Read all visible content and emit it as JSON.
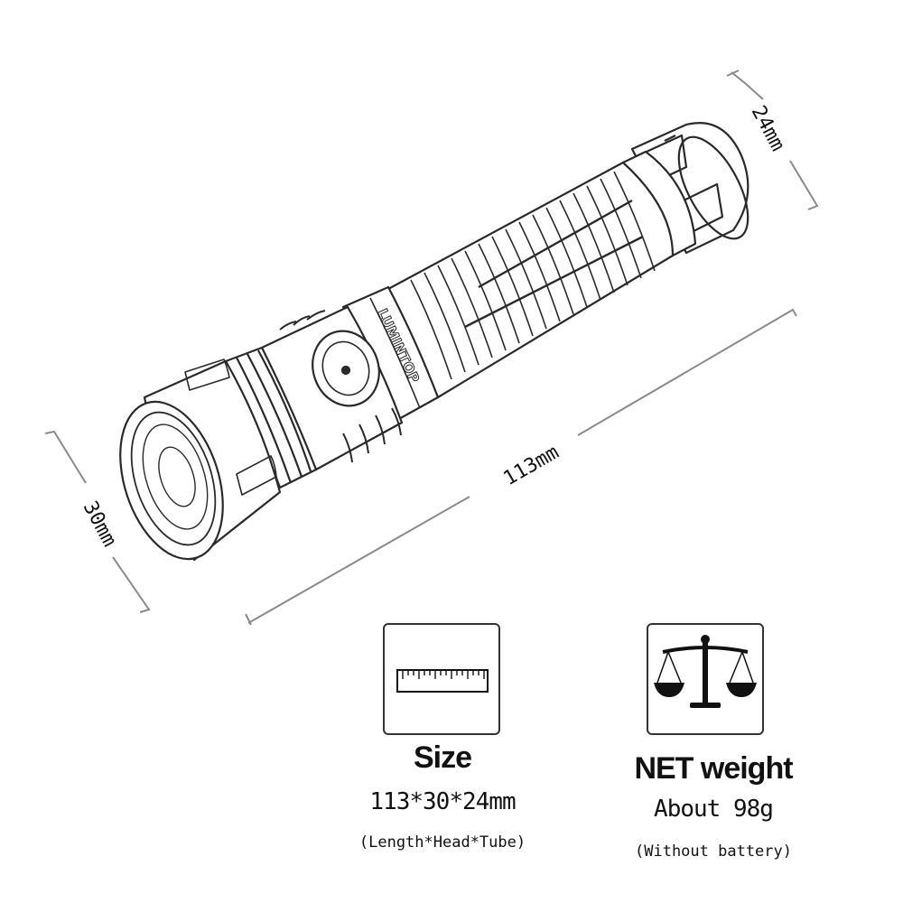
{
  "dimensions": {
    "head_diameter": "30mm",
    "length": "113mm",
    "tube_diameter": "24mm"
  },
  "flashlight": {
    "brand_text": "LUMINTOP"
  },
  "size_section": {
    "title": "Size",
    "value": "113*30*24mm",
    "note": "(Length*Head*Tube)",
    "icon": "ruler-icon"
  },
  "weight_section": {
    "title": "NET weight",
    "value": "About 98g",
    "note": "(Without battery)",
    "icon": "balance-scale-icon"
  },
  "colors": {
    "line": "#888888",
    "outline": "#2a2a2a",
    "icon_fill": "#111111"
  }
}
